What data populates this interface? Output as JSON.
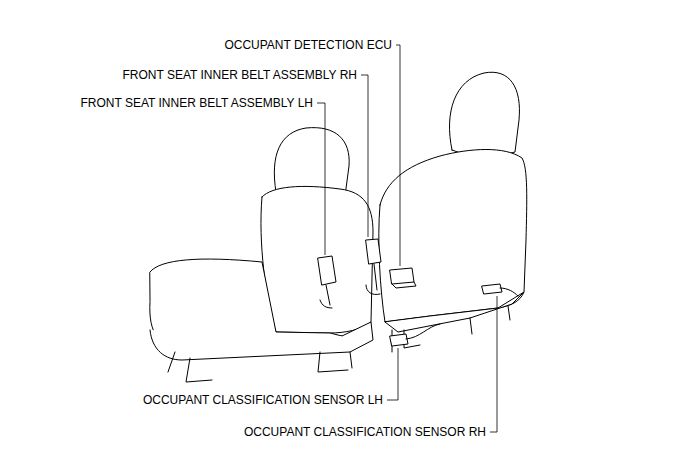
{
  "diagram": {
    "labels": [
      "OCCUPANT DETECTION ECU",
      "FRONT SEAT INNER BELT ASSEMBLY RH",
      "FRONT SEAT INNER BELT ASSEMBLY LH",
      "OCCUPANT CLASSIFICATION SENSOR LH",
      "OCCUPANT CLASSIFICATION SENSOR RH"
    ]
  }
}
